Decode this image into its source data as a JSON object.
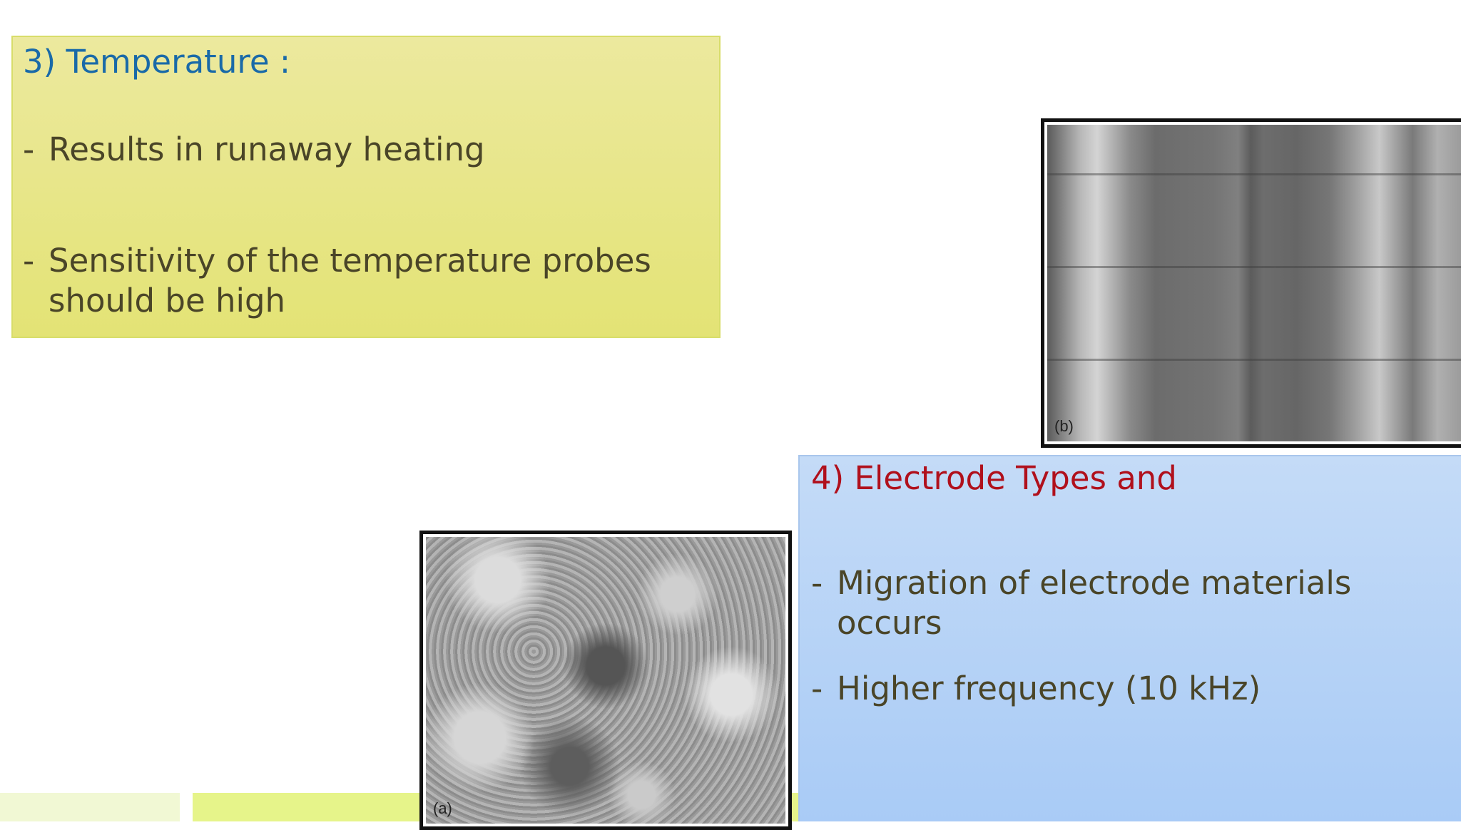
{
  "temperature": {
    "title": "3) Temperature :",
    "bullets": [
      {
        "dash": "-",
        "lines": [
          "Results in runaway heating"
        ]
      },
      {
        "dash": "-",
        "lines": [
          "Sensitivity of the temperature probes",
          "should be high"
        ]
      }
    ]
  },
  "electrode": {
    "title": "4) Electrode Types and",
    "bullets": [
      {
        "dash": "-",
        "text": "Migration of electrode materials occurs"
      },
      {
        "dash": "-",
        "text": "Higher frequency (10 kHz)"
      }
    ]
  },
  "photos": {
    "b": {
      "label": "(b)"
    },
    "a": {
      "label": "(a)"
    }
  },
  "colors": {
    "temperature_title": "#1a6aa8",
    "electrode_title": "#b0101c",
    "body_text": "#4a4528",
    "temperature_box": "#e6e588",
    "electrode_box": "#b6d2f6"
  }
}
